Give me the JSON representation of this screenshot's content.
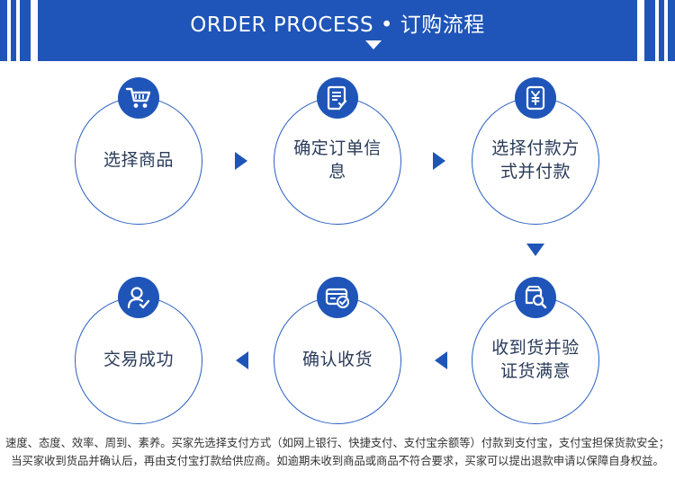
{
  "banner": {
    "title": "ORDER PROCESS • 订购流程"
  },
  "colors": {
    "accent": "#1f55b8",
    "circle_border": "#2a5fc0",
    "text": "#2a3b5a"
  },
  "steps": [
    {
      "label": "选择商品",
      "icon": "cart-icon"
    },
    {
      "label": "确定订单信息",
      "icon": "document-check-icon"
    },
    {
      "label": "选择付款方式并付款",
      "icon": "yuan-invoice-icon"
    },
    {
      "label": "收到货并验证货满意",
      "icon": "package-inspect-icon"
    },
    {
      "label": "确认收货",
      "icon": "card-check-icon"
    },
    {
      "label": "交易成功",
      "icon": "user-check-icon"
    }
  ],
  "step3_lines": [
    "选择付款方",
    "式并付款"
  ],
  "step4_lines": [
    "收到货并验",
    "证货满意"
  ],
  "description": "速度、态度、效率、周到、素养。买家先选择支付方式（如网上银行、快捷支付、支付宝余额等）付款到支付宝，支付宝担保货款安全；当买家收到货品并确认后，再由支付宝打款给供应商。如逾期未收到商品或商品不符合要求，买家可以提出退款申请以保障自身权益。"
}
